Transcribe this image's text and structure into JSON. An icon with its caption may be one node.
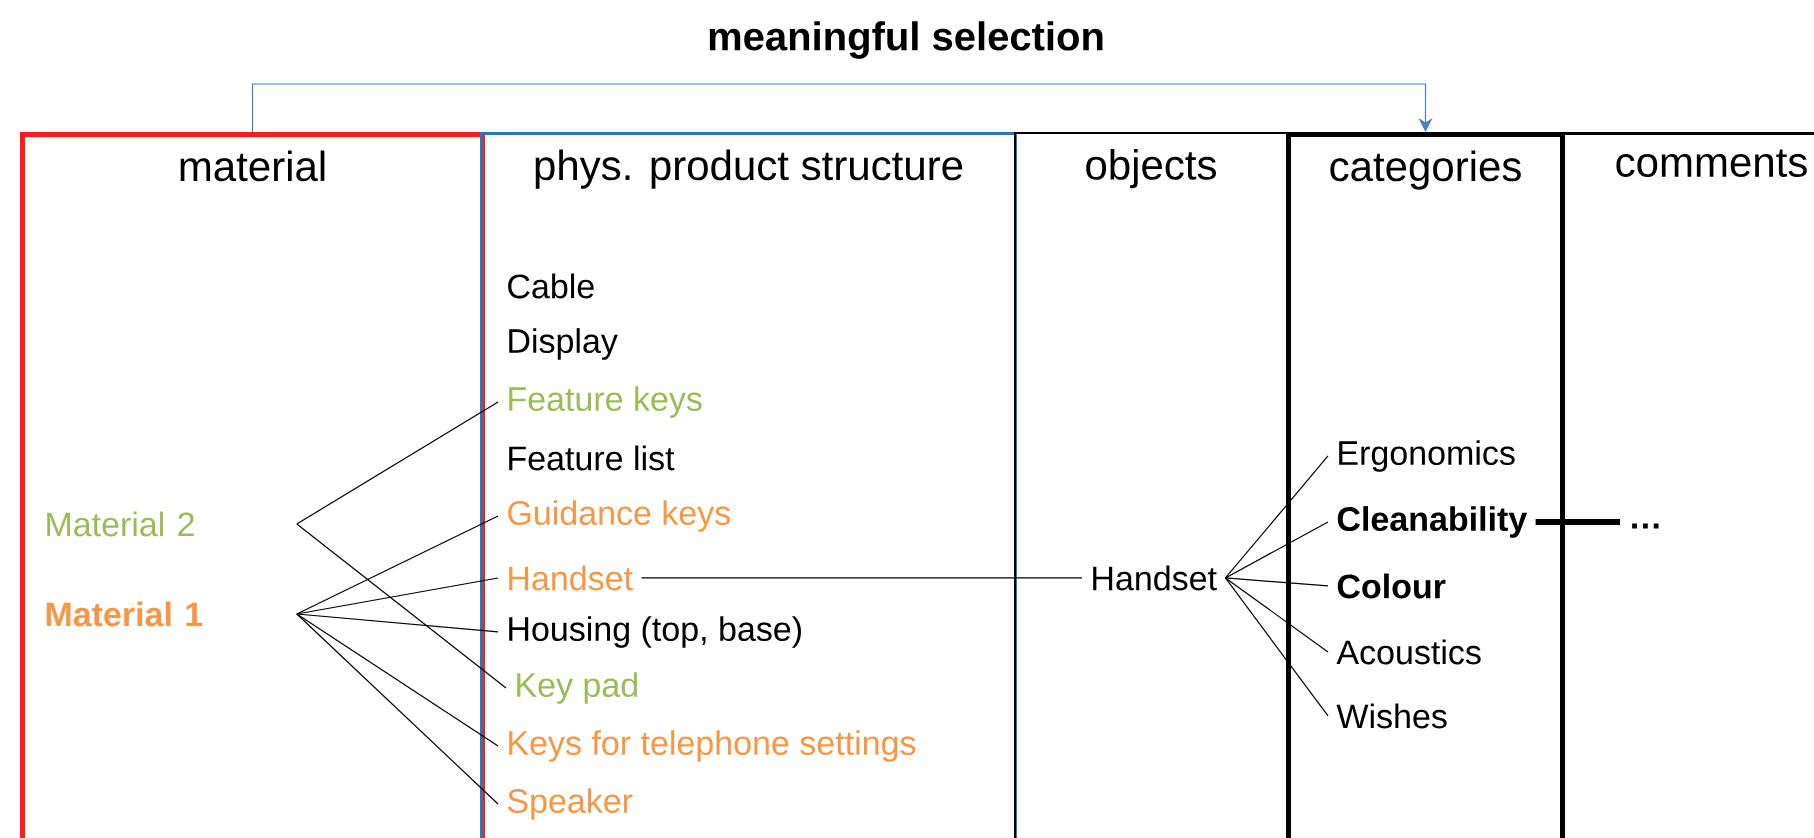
{
  "diagram": {
    "title": "meaningful selection",
    "nodes": [
      {
        "text": [
          "material"
        ]
      },
      {
        "text": [
          "phys. product structure"
        ]
      },
      {
        "text": [
          "objects"
        ]
      },
      {
        "text": [
          "categories"
        ]
      },
      {
        "text": [
          "comments"
        ]
      },
      {
        "text": [
          "Material 2"
        ],
        "in": 0
      },
      {
        "text": [
          "Material 1"
        ],
        "in": 0
      },
      {
        "text": [
          "Cable"
        ],
        "in": 1
      },
      {
        "text": [
          "Display"
        ],
        "in": 1
      },
      {
        "text": [
          "Feature keys"
        ],
        "in": 1
      },
      {
        "text": [
          "Feature list"
        ],
        "in": 1
      },
      {
        "text": [
          "Guidance keys"
        ],
        "in": 1
      },
      {
        "text": [
          "Handset"
        ],
        "in": 1
      },
      {
        "text": [
          "Housing (top, base)"
        ],
        "in": 1
      },
      {
        "text": [
          "Key pad"
        ],
        "in": 1
      },
      {
        "text": [
          "Keys for telephone settings"
        ],
        "in": 1
      },
      {
        "text": [
          "Speaker"
        ],
        "in": 1
      },
      {
        "text": [
          "Handset"
        ],
        "in": 2
      },
      {
        "text": [
          "Ergonomics"
        ],
        "in": 3
      },
      {
        "text": [
          "Cleanability"
        ],
        "in": 3
      },
      {
        "text": [
          "Colour"
        ],
        "in": 3
      },
      {
        "text": [
          "Acoustics"
        ],
        "in": 3
      },
      {
        "text": [
          "Wishes"
        ],
        "in": 3
      },
      {
        "text": [
          "…"
        ],
        "in": 4
      }
    ],
    "edges": [
      {
        "from": 0,
        "to": 3,
        "arrow": "to",
        "color": "#4a7ebb"
      },
      {
        "from": 5,
        "to": 9,
        "arrow": "none"
      },
      {
        "from": 5,
        "to": 14,
        "arrow": "none"
      },
      {
        "from": 6,
        "to": 11,
        "arrow": "none"
      },
      {
        "from": 6,
        "to": 12,
        "arrow": "none"
      },
      {
        "from": 6,
        "to": 13,
        "arrow": "none"
      },
      {
        "from": 6,
        "to": 15,
        "arrow": "none"
      },
      {
        "from": 6,
        "to": 16,
        "arrow": "none"
      },
      {
        "from": 12,
        "to": 17,
        "arrow": "none"
      },
      {
        "from": 17,
        "to": 18,
        "arrow": "none"
      },
      {
        "from": 17,
        "to": 19,
        "arrow": "none"
      },
      {
        "from": 17,
        "to": 20,
        "arrow": "none"
      },
      {
        "from": 17,
        "to": 21,
        "arrow": "none"
      },
      {
        "from": 17,
        "to": 22,
        "arrow": "none"
      },
      {
        "from": 19,
        "to": 23,
        "arrow": "none",
        "style": "thick"
      }
    ]
  }
}
